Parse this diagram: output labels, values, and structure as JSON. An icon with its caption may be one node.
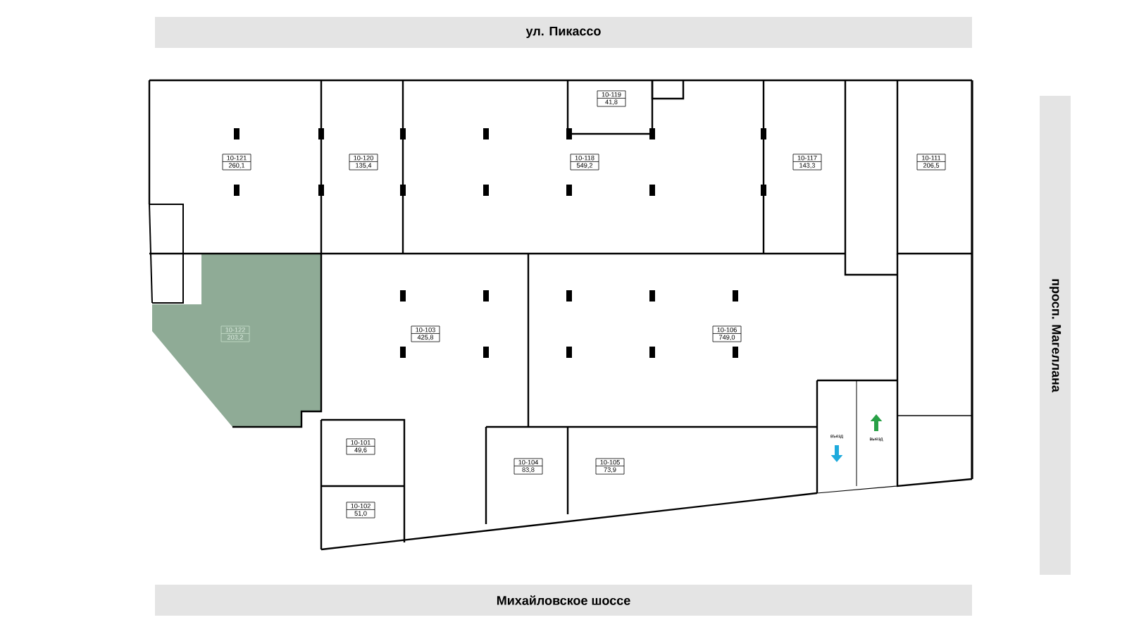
{
  "diagram": {
    "nodes": [
      {
        "text": [
          "ул. Пикассо"
        ]
      },
      {
        "text": [
          "просп. Магеллана"
        ]
      },
      {
        "text": [
          "Михайловское шоссе"
        ]
      },
      {
        "text": [
          "10-121",
          "260,1"
        ]
      },
      {
        "text": [
          "10-120",
          "135,4"
        ]
      },
      {
        "text": [
          "10-119",
          "41,8"
        ]
      },
      {
        "text": [
          "10-118",
          "549,2"
        ]
      },
      {
        "text": [
          "10-117",
          "143,3"
        ]
      },
      {
        "text": [
          "10-111",
          "206,5"
        ]
      },
      {
        "text": [
          "10-122",
          "203,2"
        ]
      },
      {
        "text": [
          "10-103",
          "425,8"
        ]
      },
      {
        "text": [
          "10-106",
          "749,0"
        ]
      },
      {
        "text": [
          "10-101",
          "49,6"
        ]
      },
      {
        "text": [
          "10-104",
          "83,8"
        ]
      },
      {
        "text": [
          "10-105",
          "73,9"
        ]
      },
      {
        "text": [
          "10-102",
          "51,0"
        ]
      }
    ],
    "labels": [
      "въезд",
      "выезд"
    ]
  }
}
